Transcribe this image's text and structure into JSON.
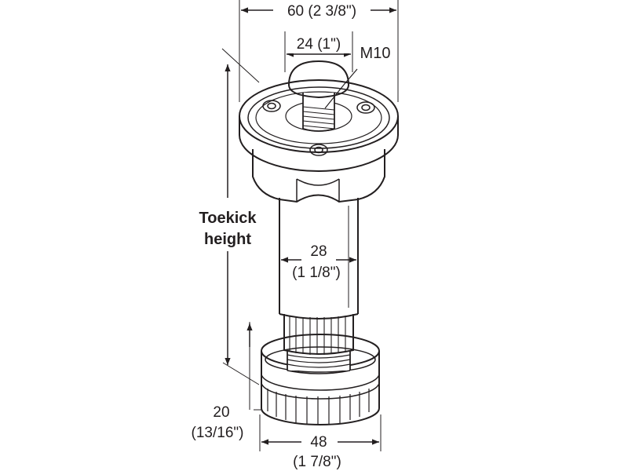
{
  "labels": {
    "top_width": "60 (2 3/8\")",
    "stem_top_width": "24 (1\")",
    "thread": "M10",
    "toekick_line1": "Toekick",
    "toekick_line2": "height",
    "tube_width": "28",
    "tube_width_in": "(1 1/8\")",
    "base_height": "20",
    "base_height_in": "(13/16\")",
    "base_width": "48",
    "base_width_in": "(1 7/8\")"
  },
  "colors": {
    "ink": "#231f20",
    "shade": "#e6e6e6",
    "background": "#ffffff"
  }
}
